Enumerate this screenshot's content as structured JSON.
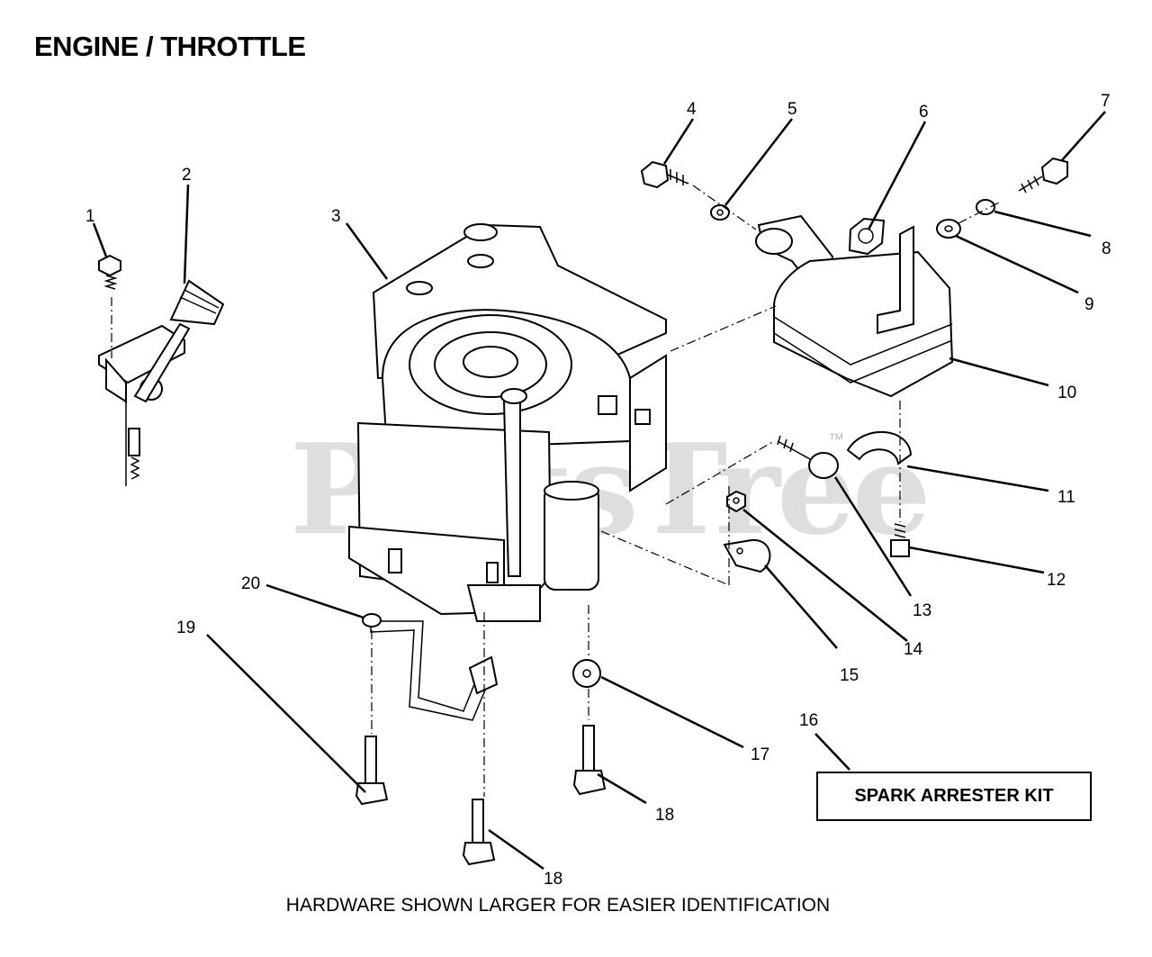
{
  "title": "ENGINE / THROTTLE",
  "footer_note": "HARDWARE SHOWN LARGER FOR EASIER IDENTIFICATION",
  "kit_label": "SPARK ARRESTER KIT",
  "watermark": "PartsTree",
  "watermark_tm": "™",
  "callouts": [
    "1",
    "2",
    "3",
    "4",
    "5",
    "6",
    "7",
    "8",
    "9",
    "10",
    "11",
    "12",
    "13",
    "14",
    "15",
    "16",
    "17",
    "18",
    "19",
    "20",
    "18"
  ]
}
